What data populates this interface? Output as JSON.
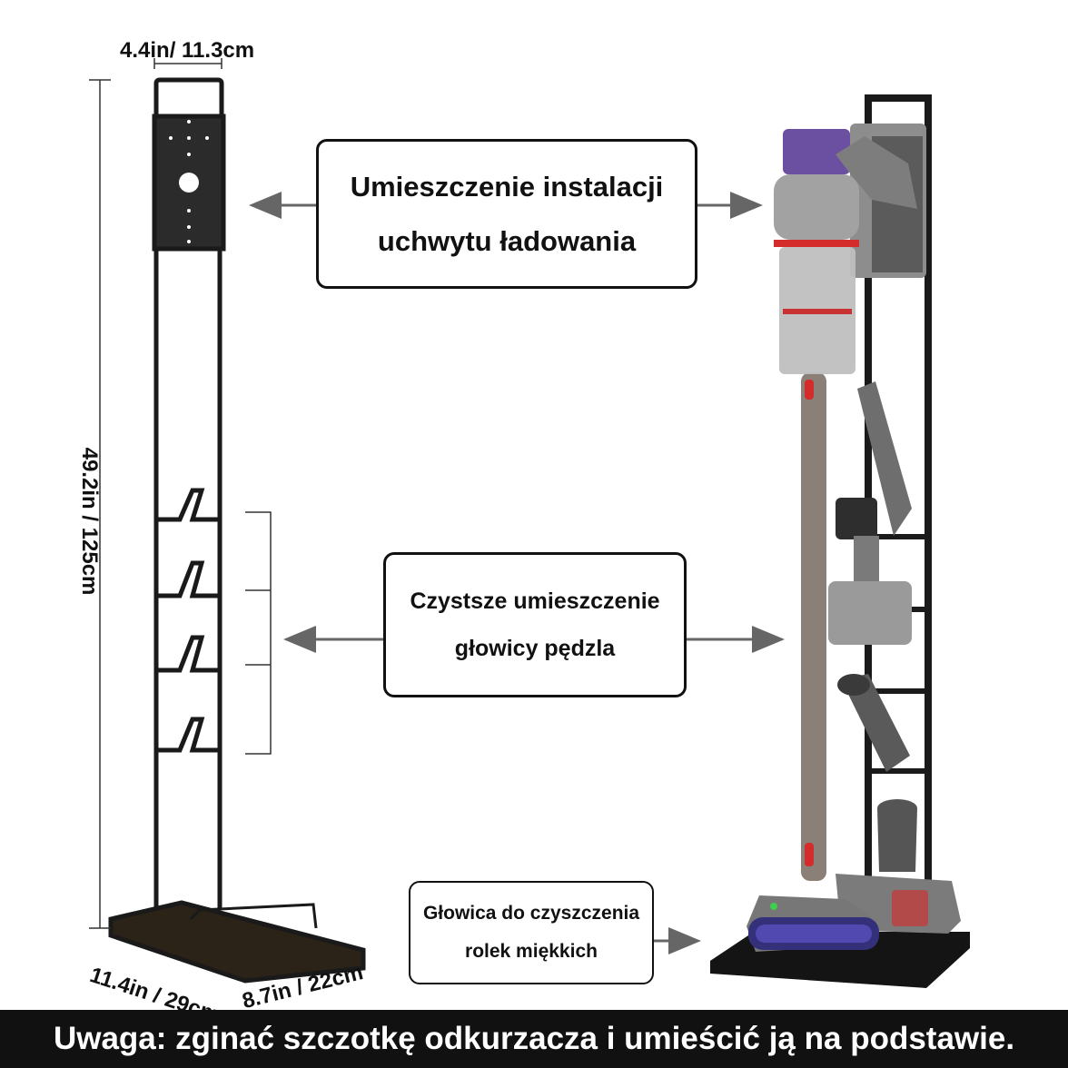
{
  "callouts": {
    "charger": {
      "line1": "Umieszczenie instalacji",
      "line2": "uchwytu ładowania"
    },
    "brush": {
      "line1": "Czystsze umieszczenie",
      "line2": "głowicy pędzla"
    },
    "roller": {
      "line1": "Głowica do czyszczenia",
      "line2": "rolek miękkich"
    }
  },
  "dimensions": {
    "width": "4.4in/ 11.3cm",
    "height": "49.2in / 125cm",
    "length": "11.4in / 29cm",
    "depth": "8.7in / 22cm"
  },
  "banner": "Uwaga: zginać szczotkę odkurzacza i umieścić ją na podstawie.",
  "colors": {
    "frame": "#1a1a1a",
    "vacuum_body": "#8a8a8a",
    "vacuum_accent_purple": "#6b4fa0",
    "vacuum_accent_red": "#d42b2b",
    "banner_bg": "#111111"
  }
}
